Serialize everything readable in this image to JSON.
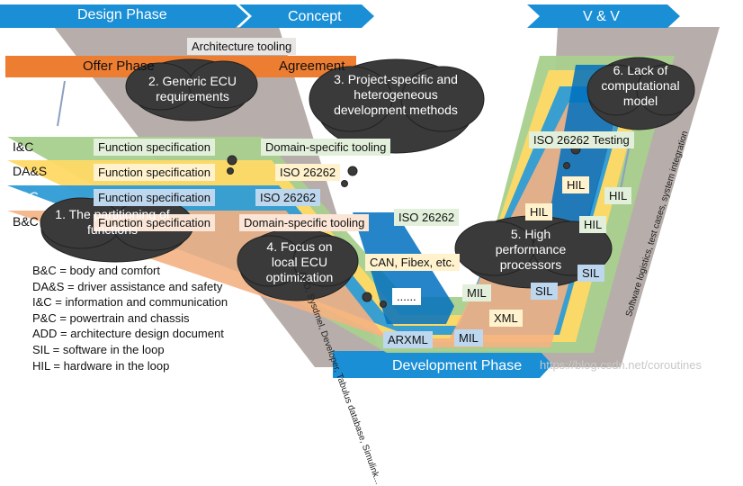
{
  "phases": {
    "design": "Design Phase",
    "concept": "Concept",
    "vv": "V & V",
    "development": "Development Phase"
  },
  "bars": {
    "offer": "Offer Phase",
    "agreement": "Agreement",
    "architecture_tooling": "Architecture tooling"
  },
  "domains": [
    {
      "code": "I&C",
      "color": "#a8d08d"
    },
    {
      "code": "DA&S",
      "color": "#ffd966"
    },
    {
      "code": "P&C",
      "color": "#2e9bd6"
    },
    {
      "code": "B&C",
      "color": "#f4b183"
    }
  ],
  "labels": {
    "function_spec": "Function specification",
    "domain_tooling": "Domain-specific tooling",
    "iso": "ISO 26262",
    "iso_testing": "ISO 26262 Testing",
    "can": "CAN, Fibex, etc.",
    "dots": "......",
    "mil": "MIL",
    "xml": "XML",
    "arxml": "ARXML",
    "hil": "HIL",
    "sil": "SIL"
  },
  "clouds": {
    "c1": "1. The partitioning of functions",
    "c2": "2. Generic ECU requirements",
    "c3": "3. Project-specific and heterogeneous development methods",
    "c4": "4. Focus on local ECU optimization",
    "c5": "5. High performance processors",
    "c6": "6. Lack of computational model"
  },
  "legend": [
    "B&C = body and comfort",
    "DA&S = driver assistance and safety",
    "I&C = information and communication",
    "P&C = powertrain and chassis",
    "ADD = architecture design document",
    "SIL = software in the loop",
    "HIL = hardware in the loop"
  ],
  "vertical_texts": {
    "right": "Software logistics, test cases, system integration",
    "left": "ADD, Sysdmel, Developer, Tabulus database, Simulink..."
  },
  "watermark": "https://blog.csdn.net/coroutines",
  "colors": {
    "phase_blue": "#1a8fd6",
    "offer_orange": "#ed7d31",
    "gray_bar": "#b7aeab",
    "cloud": "#3a3a3a"
  }
}
